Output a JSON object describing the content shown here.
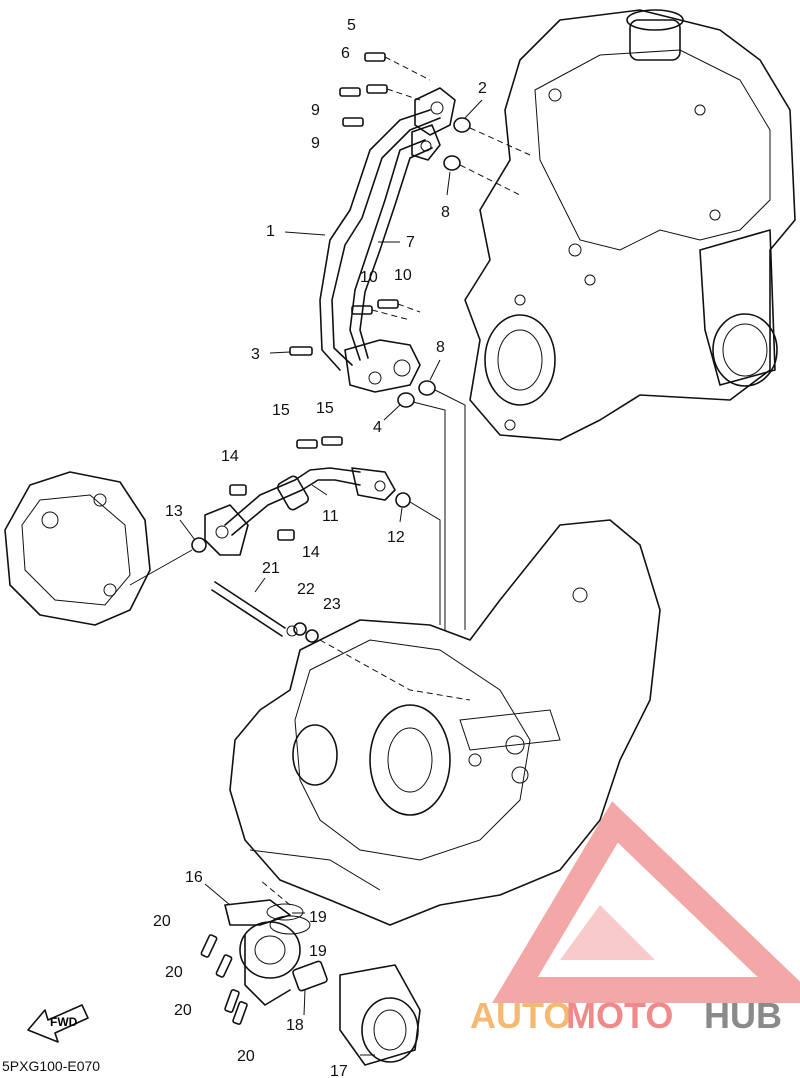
{
  "diagram": {
    "callouts": {
      "c1": "1",
      "c2": "2",
      "c3": "3",
      "c4": "4",
      "c5": "5",
      "c6": "6",
      "c7": "7",
      "c8a": "8",
      "c8b": "8",
      "c9a": "9",
      "c9b": "9",
      "c10a": "10",
      "c10b": "10",
      "c11": "11",
      "c12": "12",
      "c13": "13",
      "c14a": "14",
      "c14b": "14",
      "c15a": "15",
      "c15b": "15",
      "c16": "16",
      "c17": "17",
      "c18": "18",
      "c19a": "19",
      "c19b": "19",
      "c20a": "20",
      "c20b": "20",
      "c20c": "20",
      "c20d": "20",
      "c21": "21",
      "c22": "22",
      "c23": "23"
    },
    "fwd_label": "FWD",
    "drawing_code": "5PXG100-E070"
  },
  "watermark": {
    "part1": "AUTO",
    "part2": "MOTO",
    "part3": "HUB",
    "color_orange": "#f5b971",
    "color_red": "#f08a8a",
    "color_gray": "#8a8a8a"
  }
}
